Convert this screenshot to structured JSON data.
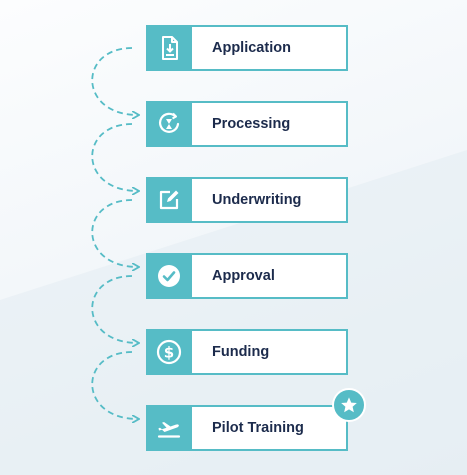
{
  "colors": {
    "accent": "#56bcc6",
    "text": "#1c2b4c",
    "box_fill": "#ffffff"
  },
  "steps": [
    {
      "label": "Application",
      "icon": "document-download-icon"
    },
    {
      "label": "Processing",
      "icon": "hourglass-cycle-icon"
    },
    {
      "label": "Underwriting",
      "icon": "edit-pen-icon"
    },
    {
      "label": "Approval",
      "icon": "check-circle-icon"
    },
    {
      "label": "Funding",
      "icon": "dollar-circle-icon"
    },
    {
      "label": "Pilot Training",
      "icon": "airplane-takeoff-icon"
    }
  ],
  "badge": {
    "icon": "star-icon"
  }
}
